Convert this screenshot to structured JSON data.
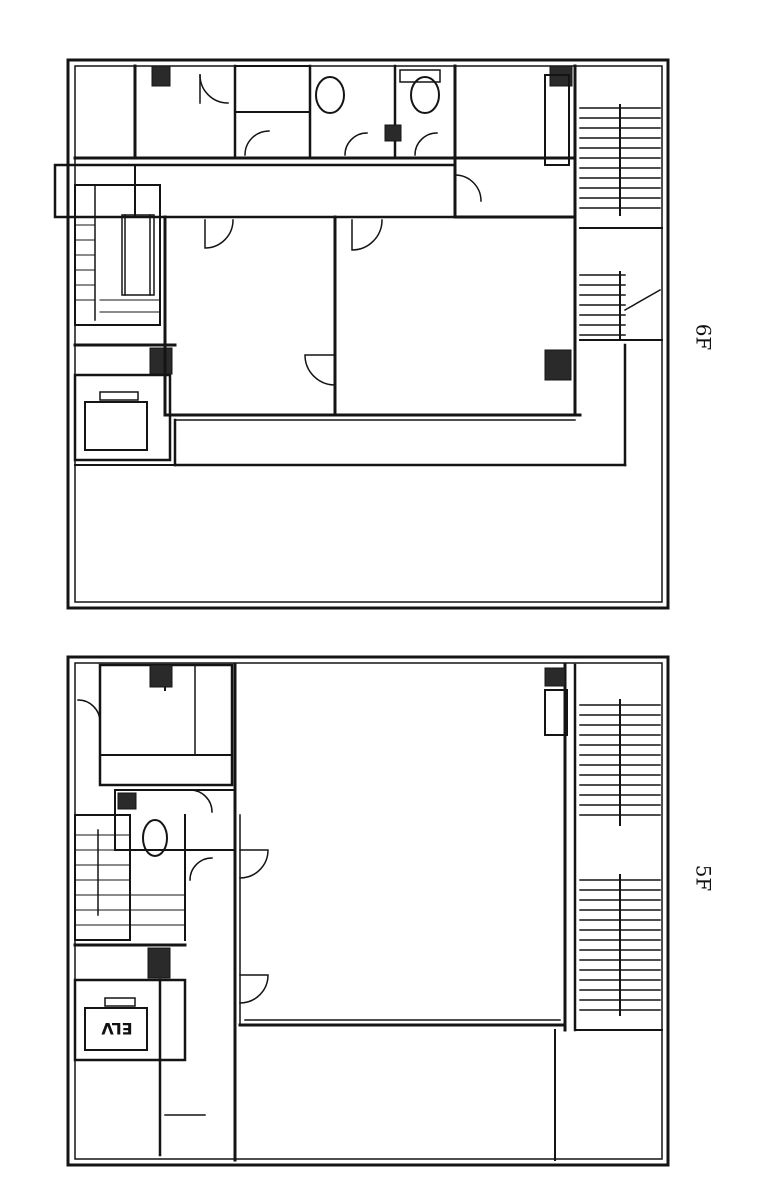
{
  "floors": [
    {
      "id": "upper",
      "label": "6F"
    },
    {
      "id": "lower",
      "label": "5F"
    }
  ],
  "rooms": {
    "elevator_label": "ELV"
  },
  "colors": {
    "line": "#141414",
    "fill_dark": "#2a2a2a",
    "background": "#ffffff"
  }
}
